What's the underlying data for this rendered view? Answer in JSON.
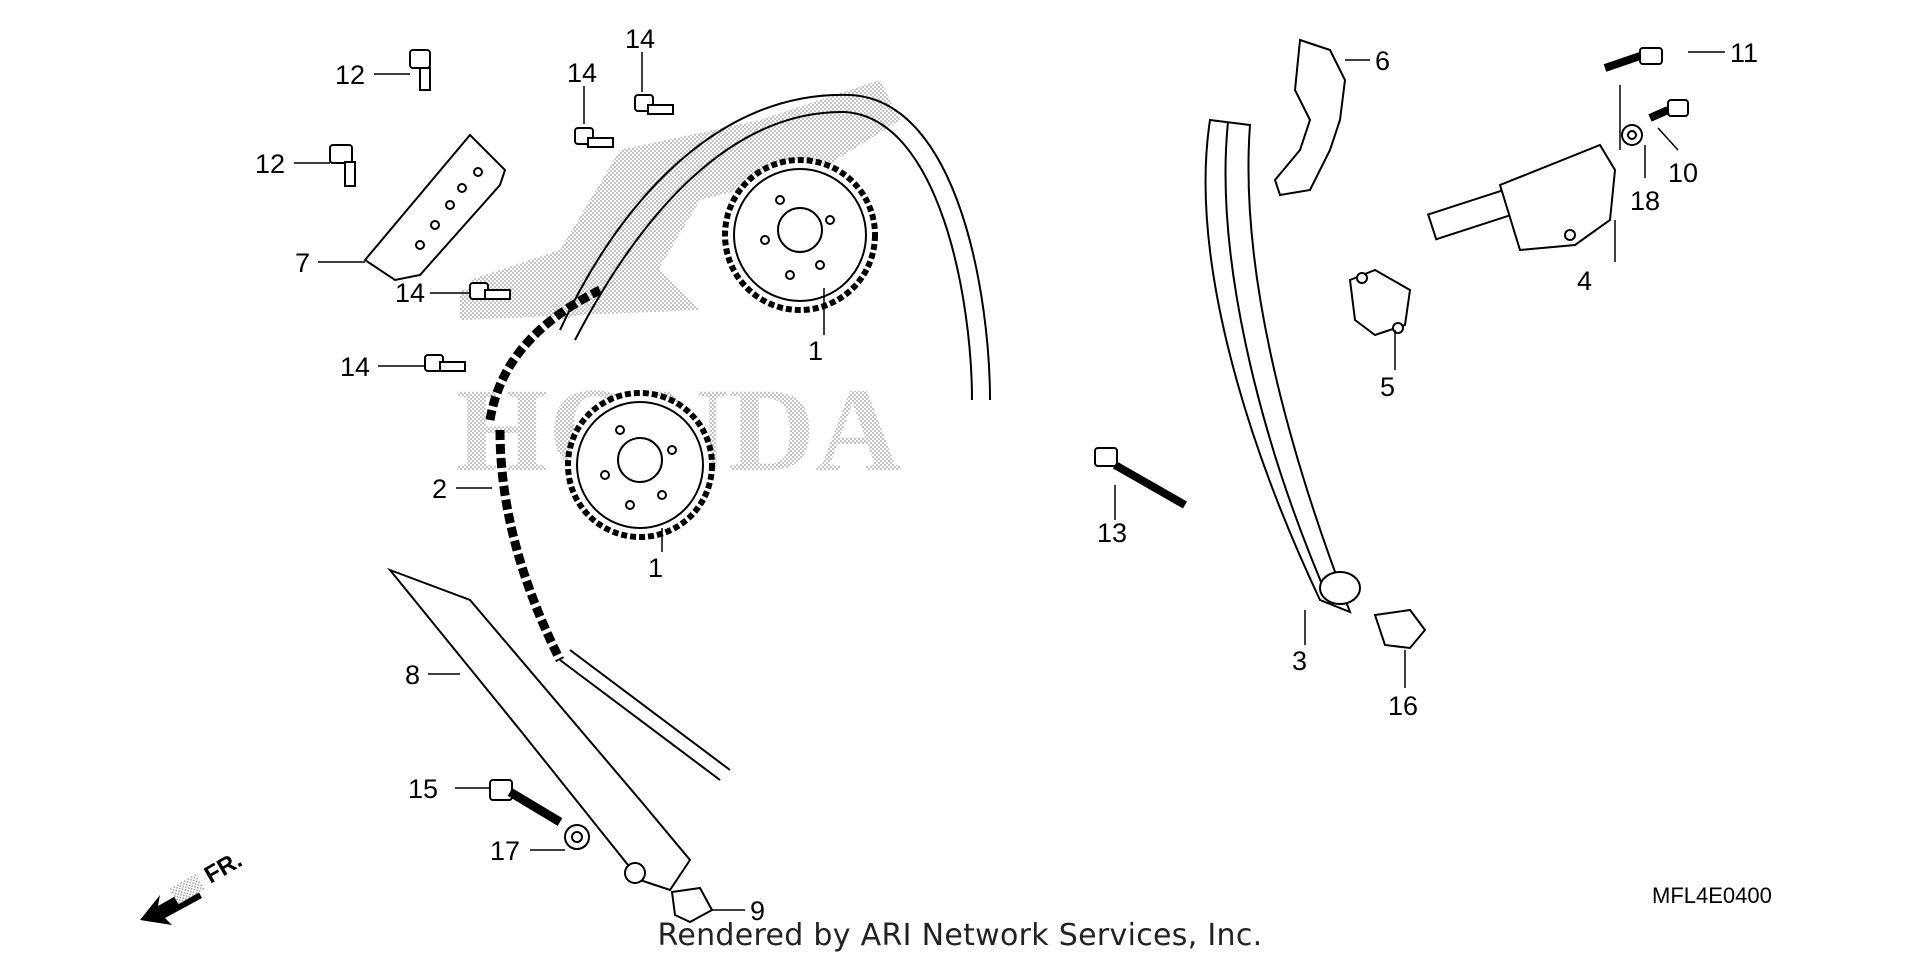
{
  "diagram": {
    "brand_watermark": "HONDA",
    "direction_label": "FR.",
    "diagram_code": "MFL4E0400",
    "credit": "Rendered by ARI Network Services, Inc."
  },
  "parts": [
    {
      "id": "p1a",
      "number": "1"
    },
    {
      "id": "p1b",
      "number": "1"
    },
    {
      "id": "p2",
      "number": "2"
    },
    {
      "id": "p3",
      "number": "3"
    },
    {
      "id": "p4",
      "number": "4"
    },
    {
      "id": "p5",
      "number": "5"
    },
    {
      "id": "p6",
      "number": "6"
    },
    {
      "id": "p7",
      "number": "7"
    },
    {
      "id": "p8",
      "number": "8"
    },
    {
      "id": "p9",
      "number": "9"
    },
    {
      "id": "p10",
      "number": "10"
    },
    {
      "id": "p11",
      "number": "11"
    },
    {
      "id": "p12a",
      "number": "12"
    },
    {
      "id": "p12b",
      "number": "12"
    },
    {
      "id": "p13",
      "number": "13"
    },
    {
      "id": "p14a",
      "number": "14"
    },
    {
      "id": "p14b",
      "number": "14"
    },
    {
      "id": "p14c",
      "number": "14"
    },
    {
      "id": "p14d",
      "number": "14"
    },
    {
      "id": "p15",
      "number": "15"
    },
    {
      "id": "p16",
      "number": "16"
    },
    {
      "id": "p17",
      "number": "17"
    },
    {
      "id": "p18",
      "number": "18"
    }
  ]
}
